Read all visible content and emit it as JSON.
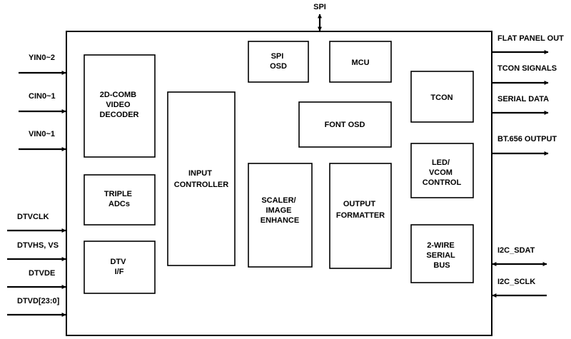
{
  "top_signal": "SPI",
  "blocks": {
    "comb_decoder": [
      "2D-COMB",
      "VIDEO",
      "DECODER"
    ],
    "triple_adcs": [
      "TRIPLE",
      "ADCs"
    ],
    "dtv_if": [
      "DTV",
      "I/F"
    ],
    "input_controller": [
      "INPUT",
      "CONTROLLER"
    ],
    "spi_osd": [
      "SPI",
      "OSD"
    ],
    "mcu": [
      "MCU"
    ],
    "font_osd": [
      "FONT OSD"
    ],
    "scaler": [
      "SCALER/",
      "IMAGE",
      "ENHANCE"
    ],
    "output_formatter": [
      "OUTPUT",
      "FORMATTER"
    ],
    "tcon": [
      "TCON"
    ],
    "led_vcom": [
      "LED/",
      "VCOM",
      "CONTROL"
    ],
    "two_wire": [
      "2-WIRE",
      "SERIAL",
      "BUS"
    ]
  },
  "inputs": [
    "YIN0~2",
    "CIN0~1",
    "VIN0~1",
    "DTVCLK",
    "DTVHS, VS",
    "DTVDE",
    "DTVD[23:0]"
  ],
  "outputs": [
    "FLAT PANEL OUT",
    "TCON SIGNALS",
    "SERIAL DATA",
    "BT.656 OUTPUT"
  ],
  "bidirectional": [
    "I2C_SDAT"
  ],
  "inputs_right": [
    "I2C_SCLK"
  ]
}
